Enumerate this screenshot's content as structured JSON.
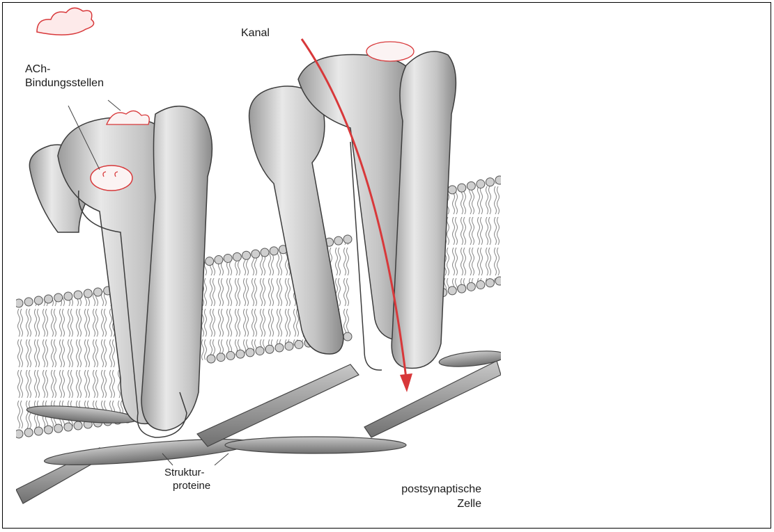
{
  "labels": {
    "ach_sites_line1": "ACh-",
    "ach_sites_line2": "Bindungsstellen",
    "channel": "Kanal",
    "structural_line1": "Struktur-",
    "structural_line2": "proteine",
    "cell_line1": "postsynaptische",
    "cell_line2": "Zelle"
  },
  "colors": {
    "accent": "#d8383a",
    "protein_fill": "#dcdcdc",
    "protein_stroke": "#4a4a4a",
    "lipid_head": "#c9c9c9"
  }
}
